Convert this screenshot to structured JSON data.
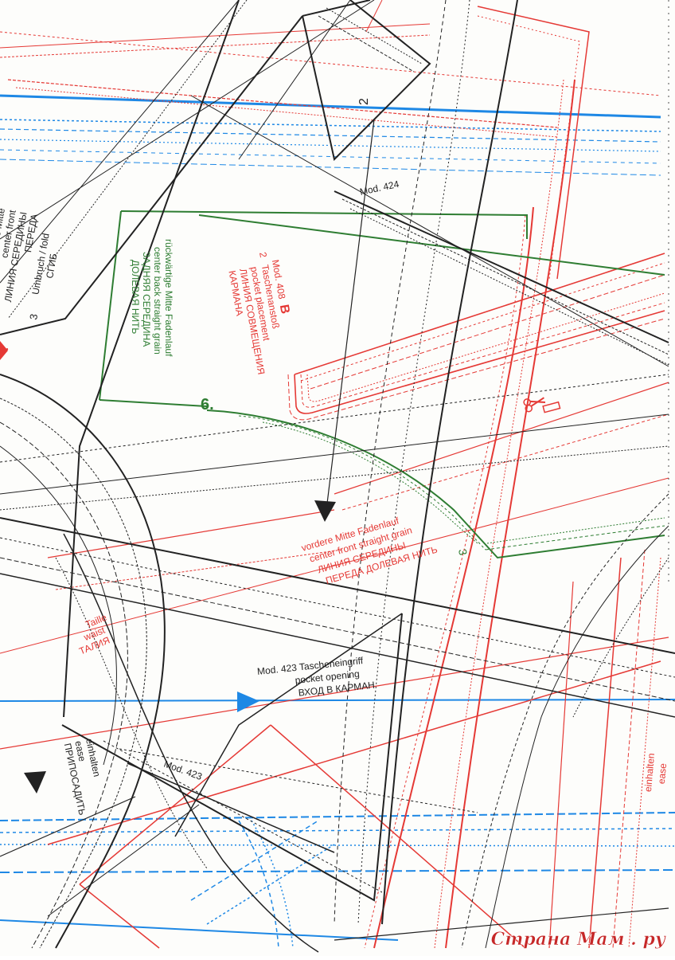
{
  "colors": {
    "black": "#222222",
    "red": "#e53935",
    "green": "#2e7d32",
    "blue": "#1e88e5",
    "watermark": "#c62828"
  },
  "icons": [
    "grain-arrow-icon",
    "placement-triangle-icon",
    "scissors-icon"
  ],
  "black_pieces": {
    "front_fold_lines": [
      "vordere Mitte",
      "center front",
      "ЛИНИЯ СЕРЕДИНЫ",
      "ПЕРЕДА"
    ],
    "fold_lines": [
      "Umbruch / fold",
      "СГИБ"
    ],
    "fold_number": "3",
    "top_number": "2",
    "mod_424": "Mod. 424",
    "mod_423_pocket": "Mod. 423 Tascheneingriff",
    "pocket_opening": "pocket opening",
    "pocket_opening_ru": "ВХОД В КАРМАН",
    "mod_423": "Mod. 423",
    "ease_lines": [
      "einhalten",
      "ease",
      "ПРИПОСАДИТЬ"
    ]
  },
  "green_piece": {
    "grain_lines": [
      "rückwärtige Mitte Fadenlauf",
      "center back straight grain",
      "ЗАДНЯЯ СЕРЕДИНА",
      "ДОЛЕВАЯ НИТЬ"
    ],
    "number": "6.",
    "small_number": "3"
  },
  "red_piece": {
    "mod_408": "Mod. 408",
    "mod_408_letter": "B",
    "placement_number": "2",
    "placement_lines": [
      "Taschenanstoß",
      "pocket placement",
      "ЛИНИЯ СОВМЕЩЕНИЯ",
      "КАРМАНА"
    ],
    "front_grain_lines": [
      "vordere Mitte Fadenlauf",
      "center front straight grain",
      "ЛИНИЯ СЕРЕДИНЫ",
      "ПЕРЕДА ДОЛЕВАЯ НИТЬ"
    ],
    "waist_lines": [
      "Taille",
      "waist",
      "ТАЛИЯ"
    ],
    "ease_lines": [
      "einhalten",
      "ease"
    ]
  },
  "watermark": "Страна Мам . ру"
}
